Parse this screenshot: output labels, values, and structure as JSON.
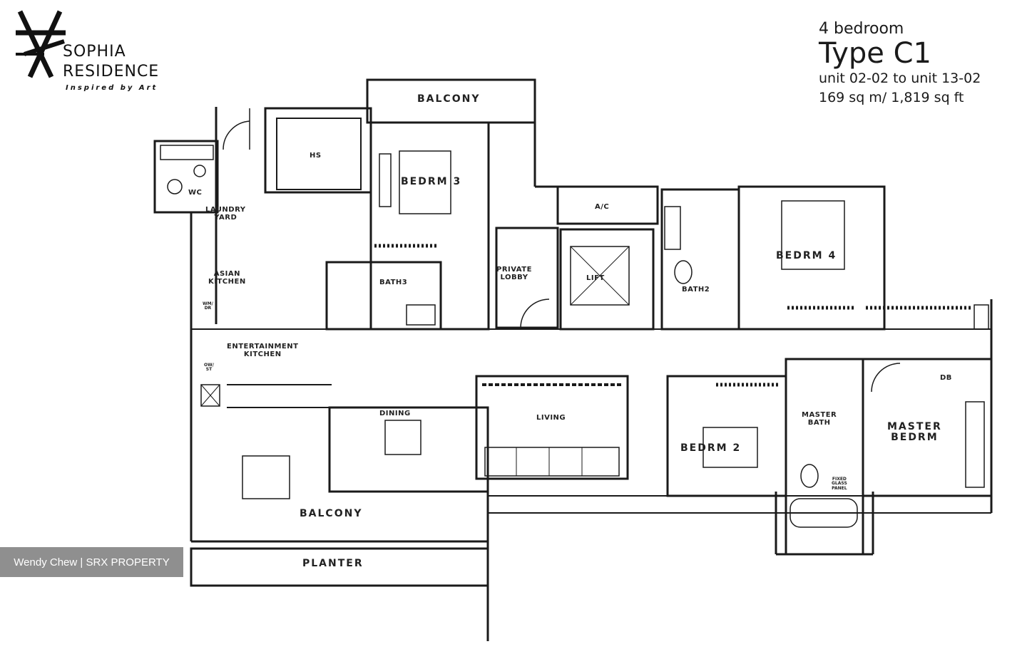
{
  "logo": {
    "line1": "SOPHIA",
    "line2": "RESIDENCE",
    "tagline": "Inspired by Art"
  },
  "unit": {
    "subtitle": "4 bedroom",
    "type": "Type C1",
    "range": "unit 02-02 to unit 13-02",
    "area": "169 sq m/ 1,819 sq ft"
  },
  "rooms": {
    "balcony_top": "BALCONY",
    "hs": "HS",
    "bedrm3": "BEDRM 3",
    "wc": "WC",
    "laundry_yard": "LAUNDRY\nYARD",
    "ac": "A/C",
    "bedrm4": "BEDRM 4",
    "asian_kitchen": "ASIAN\nKITCHEN",
    "wm_dr": "WM/\nDR",
    "bath3": "BATH3",
    "private_lobby": "PRIVATE\nLOBBY",
    "lift": "LIFT",
    "bath2": "BATH2",
    "entertainment_kitchen": "ENTERTAINMENT\nKITCHEN",
    "ow_st": "OW/\nST",
    "db": "DB",
    "dining": "DINING",
    "living": "LIVING",
    "bedrm2": "BEDRM 2",
    "master_bath": "MASTER\nBATH",
    "master_bedrm": "MASTER\nBEDRM",
    "balcony_bottom": "BALCONY",
    "planter": "PLANTER",
    "fixed_glass": "FIXED\nGLASS\nPANEL"
  },
  "watermark": "Wendy Chew | SRX PROPERTY"
}
